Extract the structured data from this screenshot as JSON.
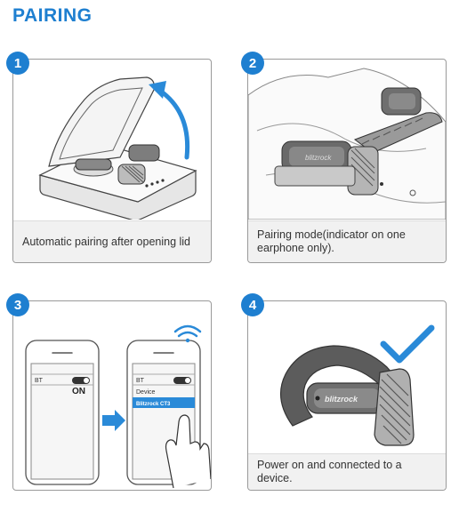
{
  "page": {
    "title": "PAIRING"
  },
  "steps": [
    {
      "number": "1",
      "caption": "Automatic pairing after opening lid"
    },
    {
      "number": "2",
      "caption": "Pairing mode(indicator on one earphone only)."
    },
    {
      "number": "3",
      "caption": ""
    },
    {
      "number": "4",
      "caption": "Power on and connected to a device."
    }
  ],
  "phone_off": {
    "setting_label": "BT",
    "toggle_state": "ON"
  },
  "phone_on": {
    "setting_label": "BT",
    "section_label": "Device",
    "device_name": "Blitzrock CT3"
  },
  "earphone": {
    "brand": "blitzrock"
  },
  "colors": {
    "accent": "#1e7fd0",
    "caption_bg": "#f1f1f1"
  }
}
